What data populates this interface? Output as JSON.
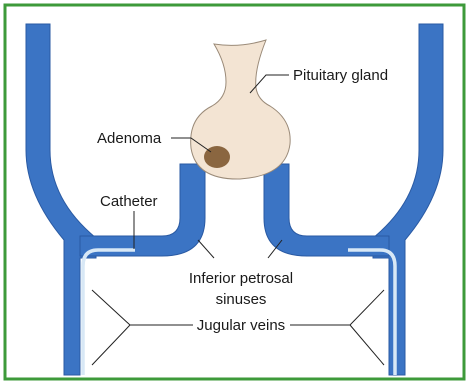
{
  "labels": {
    "pituitary": "Pituitary gland",
    "adenoma": "Adenoma",
    "catheter": "Catheter",
    "petrosal_line1": "Inferior petrosal",
    "petrosal_line2": "sinuses",
    "jugular": "Jugular veins"
  },
  "colors": {
    "frame": "#3d9a3a",
    "vein": "#3b74c4",
    "vein_edge": "#2a5aa3",
    "catheter": "#d8e8f6",
    "gland": "#f3e4d3",
    "gland_stroke": "#9a8a78",
    "adenoma": "#8a6640",
    "leader": "#222222",
    "text": "#1a1a1a"
  }
}
